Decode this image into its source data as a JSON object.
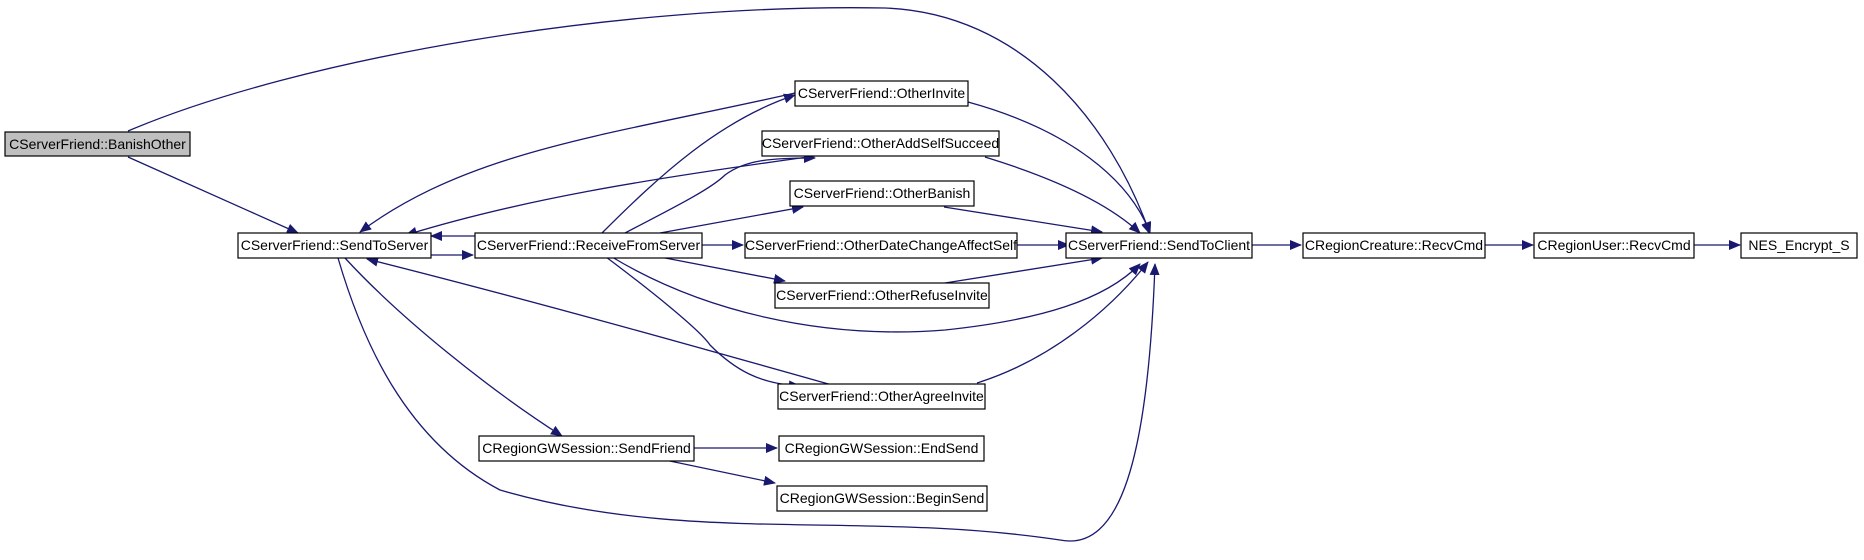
{
  "diagram": {
    "type": "call-graph",
    "colors": {
      "edge": "#191970",
      "node_border": "#000000",
      "node_fill": "#ffffff",
      "root_fill": "#bfbfbf"
    },
    "nodes": [
      {
        "id": "banish_other",
        "label": "CServerFriend::BanishOther",
        "root": true
      },
      {
        "id": "send_to_server",
        "label": "CServerFriend::SendToServer"
      },
      {
        "id": "receive_from_server",
        "label": "CServerFriend::ReceiveFromServer"
      },
      {
        "id": "other_invite",
        "label": "CServerFriend::OtherInvite"
      },
      {
        "id": "other_add_self_succeed",
        "label": "CServerFriend::OtherAddSelfSucceed"
      },
      {
        "id": "other_banish",
        "label": "CServerFriend::OtherBanish"
      },
      {
        "id": "other_date_change",
        "label": "CServerFriend::OtherDateChangeAffectSelf"
      },
      {
        "id": "other_refuse_invite",
        "label": "CServerFriend::OtherRefuseInvite"
      },
      {
        "id": "other_agree_invite",
        "label": "CServerFriend::OtherAgreeInvite"
      },
      {
        "id": "send_to_client",
        "label": "CServerFriend::SendToClient"
      },
      {
        "id": "region_creature_recvcmd",
        "label": "CRegionCreature::RecvCmd"
      },
      {
        "id": "region_user_recvcmd",
        "label": "CRegionUser::RecvCmd"
      },
      {
        "id": "nes_encrypt",
        "label": "NES_Encrypt_S"
      },
      {
        "id": "gw_send_friend",
        "label": "CRegionGWSession::SendFriend"
      },
      {
        "id": "gw_end_send",
        "label": "CRegionGWSession::EndSend"
      },
      {
        "id": "gw_begin_send",
        "label": "CRegionGWSession::BeginSend"
      }
    ],
    "edges": [
      {
        "from": "banish_other",
        "to": "send_to_server"
      },
      {
        "from": "banish_other",
        "to": "send_to_client"
      },
      {
        "from": "send_to_server",
        "to": "receive_from_server"
      },
      {
        "from": "receive_from_server",
        "to": "send_to_server"
      },
      {
        "from": "send_to_server",
        "to": "gw_send_friend"
      },
      {
        "from": "send_to_server",
        "to": "send_to_client"
      },
      {
        "from": "other_invite",
        "to": "send_to_server"
      },
      {
        "from": "other_add_self_succeed",
        "to": "send_to_server"
      },
      {
        "from": "other_agree_invite",
        "to": "send_to_server"
      },
      {
        "from": "receive_from_server",
        "to": "other_invite"
      },
      {
        "from": "receive_from_server",
        "to": "other_add_self_succeed"
      },
      {
        "from": "receive_from_server",
        "to": "other_banish"
      },
      {
        "from": "receive_from_server",
        "to": "other_date_change"
      },
      {
        "from": "receive_from_server",
        "to": "other_refuse_invite"
      },
      {
        "from": "receive_from_server",
        "to": "other_agree_invite"
      },
      {
        "from": "receive_from_server",
        "to": "send_to_client"
      },
      {
        "from": "other_invite",
        "to": "send_to_client"
      },
      {
        "from": "other_add_self_succeed",
        "to": "send_to_client"
      },
      {
        "from": "other_banish",
        "to": "send_to_client"
      },
      {
        "from": "other_date_change",
        "to": "send_to_client"
      },
      {
        "from": "other_refuse_invite",
        "to": "send_to_client"
      },
      {
        "from": "other_agree_invite",
        "to": "send_to_client"
      },
      {
        "from": "send_to_client",
        "to": "region_creature_recvcmd"
      },
      {
        "from": "region_creature_recvcmd",
        "to": "region_user_recvcmd"
      },
      {
        "from": "region_user_recvcmd",
        "to": "nes_encrypt"
      },
      {
        "from": "gw_send_friend",
        "to": "gw_end_send"
      },
      {
        "from": "gw_send_friend",
        "to": "gw_begin_send"
      }
    ]
  }
}
